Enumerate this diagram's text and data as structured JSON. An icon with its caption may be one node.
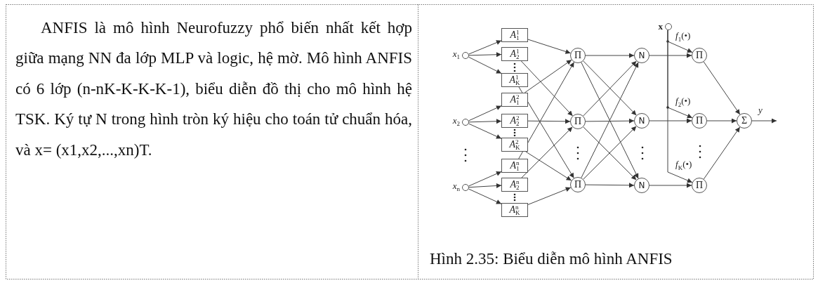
{
  "diagram": {
    "caption": "Hình 2.35: Biểu diễn mô hình ANFIS",
    "nodes": [
      {
        "text": [],
        "shape": "circle",
        "beside": [
          "*x*$_{1}$"
        ]
      },
      {
        "text": [],
        "shape": "circle",
        "beside": [
          "*x*$_{2}$"
        ]
      },
      {
        "text": [],
        "shape": "circle",
        "beside": [
          "*x*$_{n}$"
        ]
      },
      {
        "text": [
          "*A*$^{1}$$_{1}$"
        ]
      },
      {
        "text": [
          "*A*$^{1}$$_{2}$"
        ]
      },
      {
        "text": [
          "*A*$^{1}$$_{K}$"
        ]
      },
      {
        "text": [
          "*A*$^{2}$$_{1}$"
        ]
      },
      {
        "text": [
          "*A*$^{2}$$_{2}$"
        ]
      },
      {
        "text": [
          "*A*$^{2}$$_{K}$"
        ]
      },
      {
        "text": [
          "*A*$^{n}$$_{1}$"
        ]
      },
      {
        "text": [
          "*A*$^{n}$$_{2}$"
        ]
      },
      {
        "text": [
          "*A*$^{n}$$_{K}$"
        ]
      },
      {
        "text": [
          "Π"
        ]
      },
      {
        "text": [
          "Π"
        ]
      },
      {
        "text": [
          "Π"
        ]
      },
      {
        "text": [
          "N"
        ]
      },
      {
        "text": [
          "N"
        ]
      },
      {
        "text": [
          "N"
        ]
      },
      {
        "text": [],
        "shape": "circle",
        "beside": [
          "x"
        ]
      },
      {
        "text": [
          "Π"
        ]
      },
      {
        "text": [
          "Π"
        ]
      },
      {
        "text": [
          "Π"
        ]
      },
      {
        "text": [
          "Σ"
        ]
      }
    ],
    "edges": [
      {
        "from": 0,
        "to": 3,
        "arrow": "to"
      },
      {
        "from": 0,
        "to": 4,
        "arrow": "to"
      },
      {
        "from": 0,
        "to": 5,
        "arrow": "to"
      },
      {
        "from": 1,
        "to": 6,
        "arrow": "to"
      },
      {
        "from": 1,
        "to": 7,
        "arrow": "to"
      },
      {
        "from": 1,
        "to": 8,
        "arrow": "to"
      },
      {
        "from": 2,
        "to": 9,
        "arrow": "to"
      },
      {
        "from": 2,
        "to": 10,
        "arrow": "to"
      },
      {
        "from": 2,
        "to": 11,
        "arrow": "to"
      },
      {
        "from": 3,
        "to": 12,
        "arrow": "to"
      },
      {
        "from": 4,
        "to": 13,
        "arrow": "to"
      },
      {
        "from": 5,
        "to": 14,
        "arrow": "to"
      },
      {
        "from": 6,
        "to": 12,
        "arrow": "to"
      },
      {
        "from": 7,
        "to": 13,
        "arrow": "to"
      },
      {
        "from": 8,
        "to": 14,
        "arrow": "to"
      },
      {
        "from": 9,
        "to": 12,
        "arrow": "to"
      },
      {
        "from": 10,
        "to": 13,
        "arrow": "to"
      },
      {
        "from": 11,
        "to": 14,
        "arrow": "to"
      },
      {
        "from": 12,
        "to": 15,
        "arrow": "to"
      },
      {
        "from": 12,
        "to": 16,
        "arrow": "to"
      },
      {
        "from": 12,
        "to": 17,
        "arrow": "to"
      },
      {
        "from": 13,
        "to": 15,
        "arrow": "to"
      },
      {
        "from": 13,
        "to": 16,
        "arrow": "to"
      },
      {
        "from": 13,
        "to": 17,
        "arrow": "to"
      },
      {
        "from": 14,
        "to": 15,
        "arrow": "to"
      },
      {
        "from": 14,
        "to": 16,
        "arrow": "to"
      },
      {
        "from": 14,
        "to": 17,
        "arrow": "to"
      },
      {
        "from": 15,
        "to": 19,
        "arrow": "to"
      },
      {
        "from": 16,
        "to": 20,
        "arrow": "to"
      },
      {
        "from": 17,
        "to": 21,
        "arrow": "to"
      },
      {
        "from": 18,
        "to": 19,
        "arrow": "to",
        "label": "*f*$_{1}$(•)"
      },
      {
        "from": 18,
        "to": 20,
        "arrow": "to",
        "label": "*f*$_{2}$(•)"
      },
      {
        "from": 18,
        "to": 21,
        "arrow": "to",
        "label": "*f*$_{K}$(•)"
      },
      {
        "from": 19,
        "to": 22,
        "arrow": "to"
      },
      {
        "from": 20,
        "to": 22,
        "arrow": "to"
      },
      {
        "from": 21,
        "to": 22,
        "arrow": "to"
      },
      {
        "from": 22,
        "to": null,
        "arrow": "to",
        "label": "*y*"
      }
    ],
    "labels": [
      "ANFIS là mô hình Neurofuzzy phổ biến nhất kết hợp giữa mạng NN đa lớp MLP và logic, hệ mờ. Mô hình ANFIS có 6 lớp (n-nK-K-K-K-1), biểu diễn đồ thị cho mô hình hệ TSK. Ký tự N trong hình tròn ký hiệu cho toán tử chuẩn hóa, và x= (x1,x2,...,xn)T."
    ]
  }
}
